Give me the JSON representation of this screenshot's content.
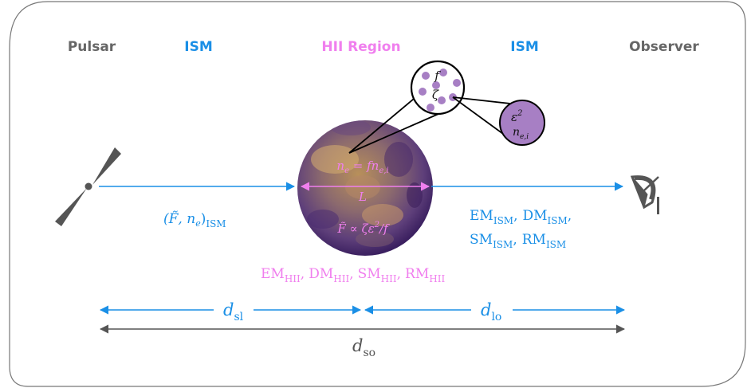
{
  "headers": {
    "pulsar": "Pulsar",
    "ism_left": "ISM",
    "hii_region": "HII Region",
    "ism_right": "ISM",
    "observer": "Observer"
  },
  "labels": {
    "ism_params_left": "(F̃, n",
    "ism_params_left_sub": "e",
    "ism_params_left_close": ")",
    "ism_params_left_tail": "ISM",
    "ne_eq": "n",
    "ne_eq_sub": "e",
    "ne_eq_rhs": " = fn",
    "ne_eq_rhs_sub": "e,i",
    "L": "L",
    "F_prop": "F̃ ∝ ζε",
    "F_prop_sup": "2",
    "F_prop_tail": "/f",
    "zoom_f": "f",
    "zoom_zeta": "ζ",
    "clump_eps": "ε",
    "clump_eps_sup": "2",
    "clump_n": "n",
    "clump_n_sub": "e,i",
    "em": "EM",
    "dm": "DM",
    "sm": "SM",
    "rm": "RM",
    "sub_ism": "ISM",
    "sub_hii": "HII",
    "d": "d",
    "d_sl_sub": "sl",
    "d_lo_sub": "lo",
    "d_so_sub": "so",
    "comma": ","
  },
  "colors": {
    "ism_blue": "#1a8fe6",
    "hii_pink": "#f07fee",
    "header_gray": "#666666",
    "clump_purple": "#a77fc4",
    "distance_gray": "#555555"
  }
}
